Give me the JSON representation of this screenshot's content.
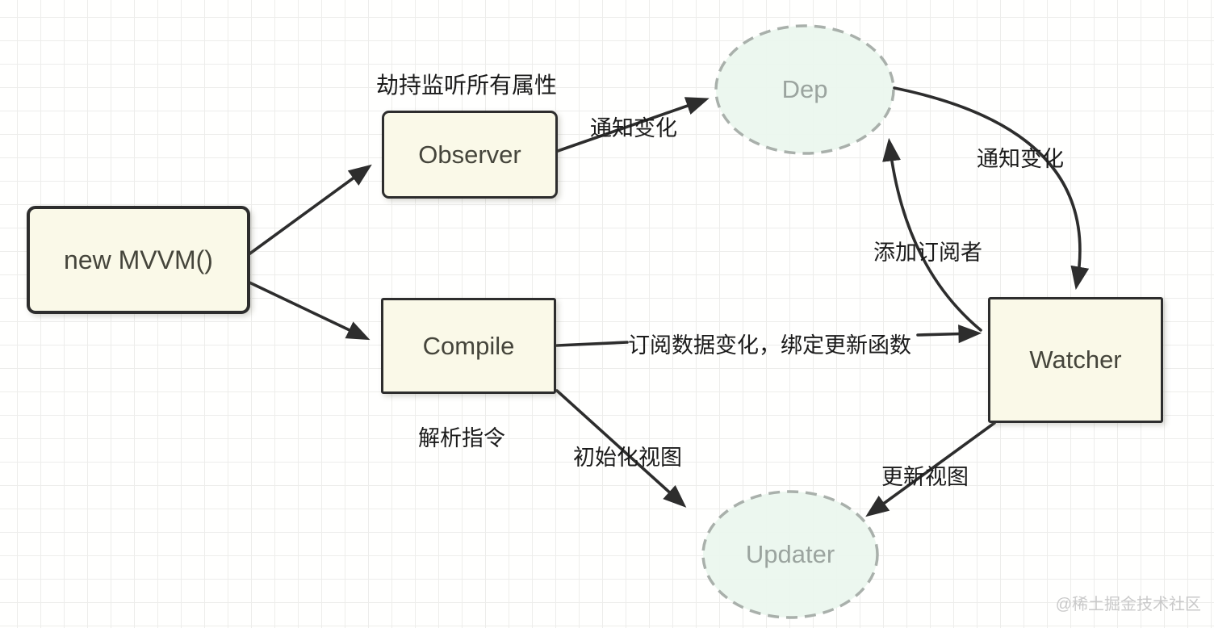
{
  "diagram": {
    "title": "MVVM reactivity flow diagram",
    "nodes": {
      "mvvm": {
        "label": "new MVVM()",
        "shape": "rounded-rect",
        "fill": "#faf9e8"
      },
      "observer": {
        "label": "Observer",
        "shape": "rounded-rect",
        "fill": "#faf9e8"
      },
      "compile": {
        "label": "Compile",
        "shape": "rect",
        "fill": "#faf9e8"
      },
      "watcher": {
        "label": "Watcher",
        "shape": "rect",
        "fill": "#faf9e8"
      },
      "dep": {
        "label": "Dep",
        "shape": "dashed-ellipse",
        "fill": "#eaf6ee"
      },
      "updater": {
        "label": "Updater",
        "shape": "dashed-ellipse",
        "fill": "#eaf6ee"
      }
    },
    "edge_labels": {
      "hijack": "劫持监听所有属性",
      "notify_observer_dep": "通知变化",
      "notify_dep_watcher": "通知变化",
      "add_subscriber": "添加订阅者",
      "subscribe_bind": "订阅数据变化，绑定更新函数",
      "parse_directives": "解析指令",
      "init_view": "初始化视图",
      "update_view": "更新视图"
    },
    "edges": [
      {
        "from": "mvvm",
        "to": "observer",
        "label": ""
      },
      {
        "from": "mvvm",
        "to": "compile",
        "label": ""
      },
      {
        "from": "observer",
        "to": "dep",
        "label": "通知变化"
      },
      {
        "from": "dep",
        "to": "watcher",
        "label": "通知变化"
      },
      {
        "from": "watcher",
        "to": "dep",
        "label": "添加订阅者"
      },
      {
        "from": "compile",
        "to": "watcher",
        "label": "订阅数据变化，绑定更新函数"
      },
      {
        "from": "compile",
        "to": "updater",
        "label": "初始化视图"
      },
      {
        "from": "watcher",
        "to": "updater",
        "label": "更新视图"
      }
    ],
    "colors": {
      "box_fill": "#faf9e8",
      "box_border": "#2d2d2d",
      "ellipse_fill": "#eaf6ee",
      "ellipse_border": "#a9b0ab",
      "ellipse_text": "#9ba49f",
      "arrow": "#2d2d2d",
      "label_text": "#1b1b1b",
      "grid_line": "#ededeb",
      "watermark_text": "#c9c9c9"
    },
    "watermark": "@稀土掘金技术社区"
  }
}
